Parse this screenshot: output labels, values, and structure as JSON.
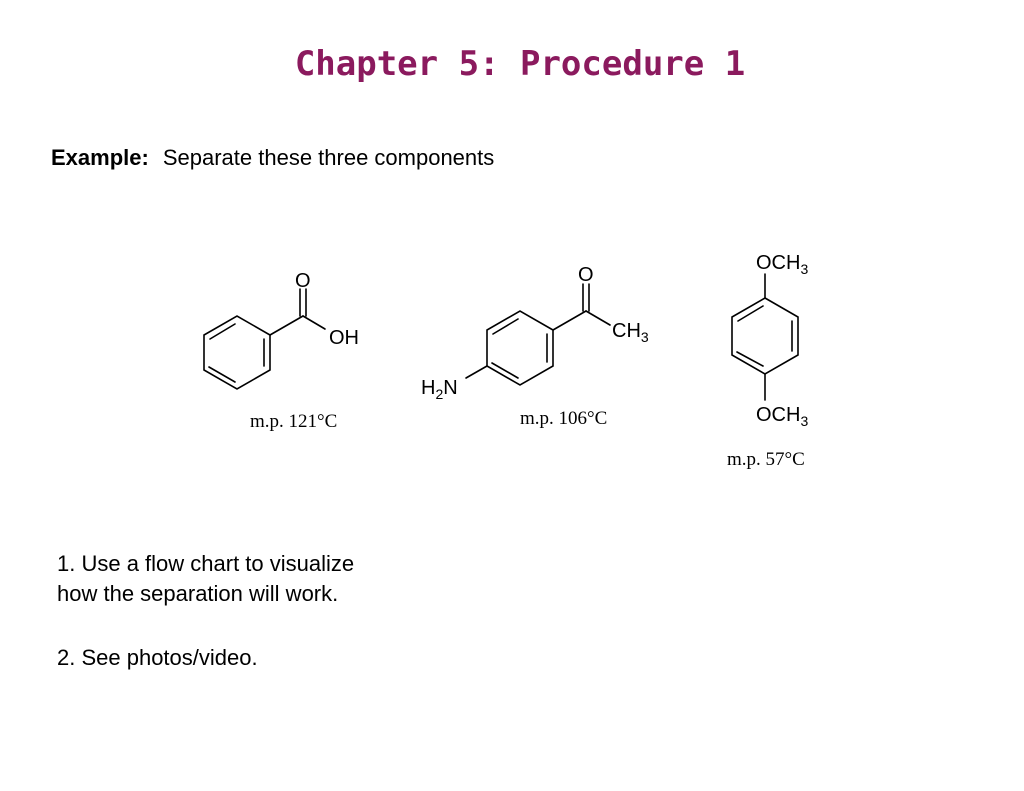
{
  "title": "Chapter 5: Procedure 1",
  "example": {
    "label": "Example:",
    "text": "Separate these three components"
  },
  "molecules": [
    {
      "groups": {
        "carbonyl_o": "O",
        "oh": "OH"
      },
      "mp": "m.p. 121°C"
    },
    {
      "groups": {
        "carbonyl_o": "O",
        "ch": "CH",
        "ch_sub": "3",
        "h": "H",
        "h_sub": "2",
        "n": "N"
      },
      "mp": "m.p. 106°C"
    },
    {
      "groups": {
        "top_och": "OCH",
        "top_sub": "3",
        "bottom_och": "OCH",
        "bottom_sub": "3"
      },
      "mp": "m.p. 57°C"
    }
  ],
  "steps": {
    "step1_line1": "1. Use a flow chart to visualize",
    "step1_line2": "how the separation will work.",
    "step2": "2. See photos/video."
  },
  "colors": {
    "title": "#8b1a5e",
    "text": "#000000"
  }
}
